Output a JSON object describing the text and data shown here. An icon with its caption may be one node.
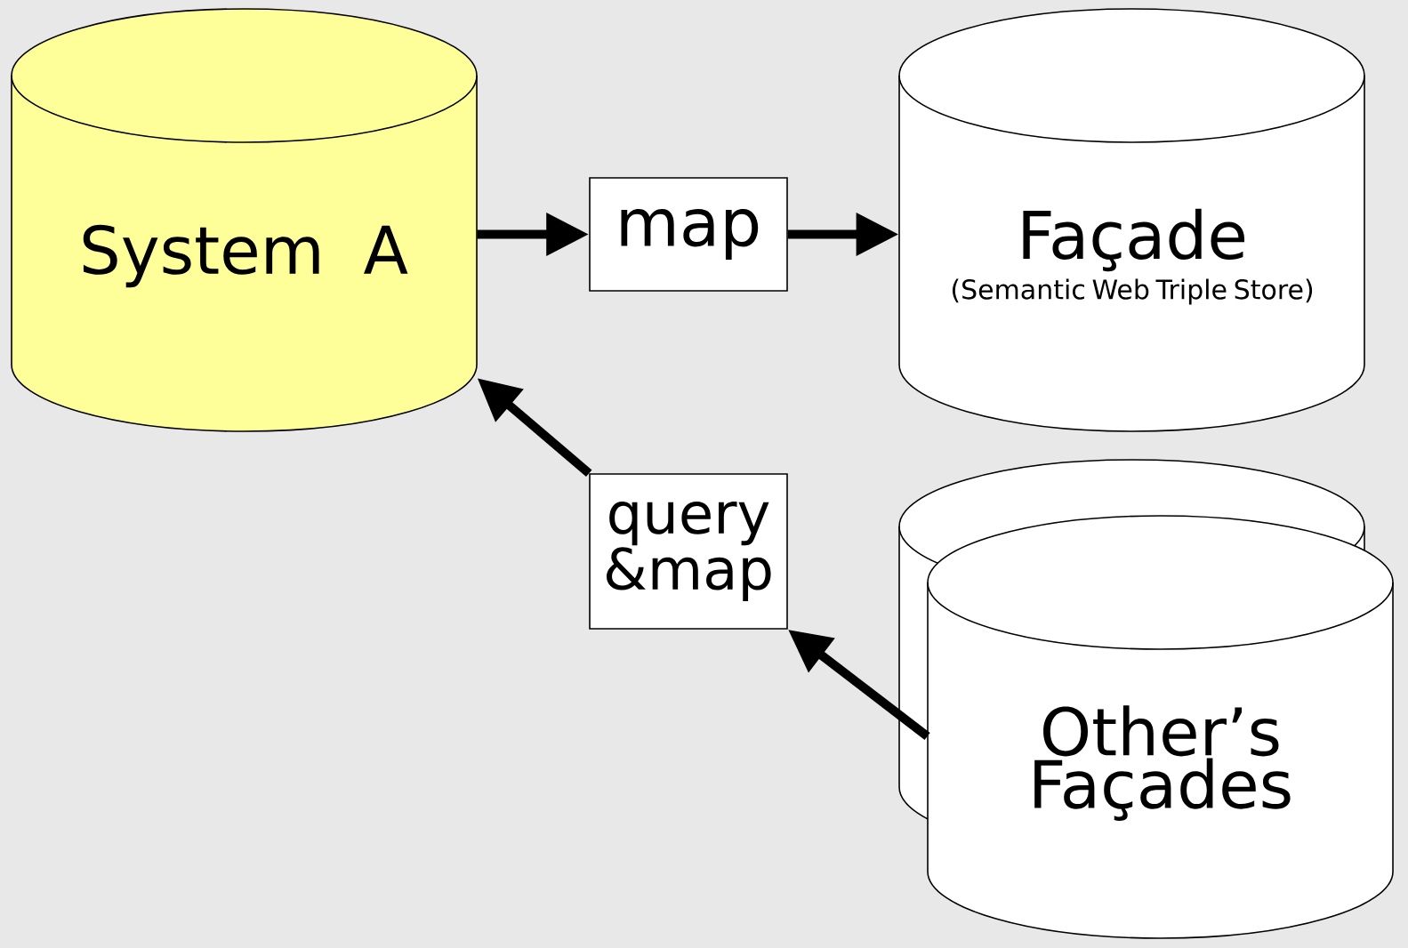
{
  "diagram": {
    "nodes": [
      {
        "text": [
          "System A"
        ]
      },
      {
        "text": [
          "map"
        ]
      },
      {
        "text": [
          "Façade",
          "(Semantic Web Triple Store)"
        ]
      },
      {
        "text": [
          "query &map"
        ]
      },
      {
        "text": [
          "Other’s Façades"
        ]
      }
    ],
    "edges": [
      {
        "from": 0,
        "to": 1,
        "arrow": "to"
      },
      {
        "from": 1,
        "to": 2,
        "arrow": "to"
      },
      {
        "from": 3,
        "to": 0,
        "arrow": "to"
      },
      {
        "from": 4,
        "to": 3,
        "arrow": "to"
      }
    ]
  }
}
